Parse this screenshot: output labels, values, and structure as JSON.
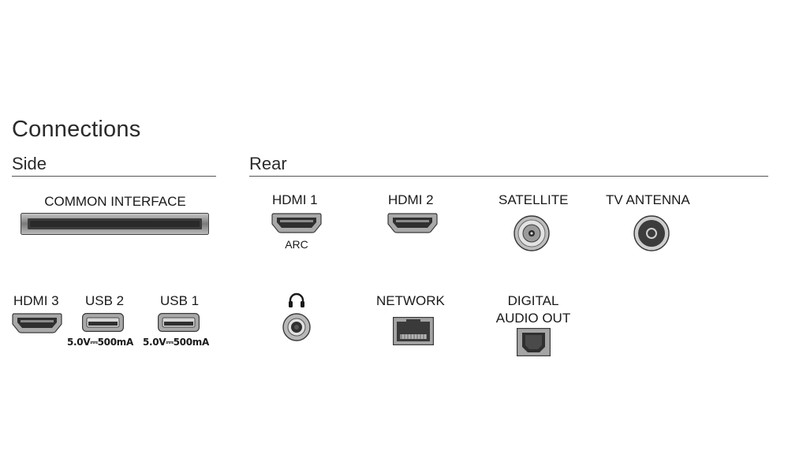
{
  "title": "Connections",
  "sections": {
    "side": "Side",
    "rear": "Rear"
  },
  "side": {
    "common_interface": "COMMON INTERFACE",
    "hdmi3": "HDMI 3",
    "usb2": "USB 2",
    "usb2_rating": "5.0V⎓500mA",
    "usb1": "USB 1",
    "usb1_rating": "5.0V⎓500mA"
  },
  "rear": {
    "hdmi1": "HDMI 1",
    "hdmi1_sub": "ARC",
    "hdmi2": "HDMI 2",
    "satellite": "SATELLITE",
    "tv_antenna": "TV ANTENNA",
    "network": "NETWORK",
    "digital_audio_line1": "DIGITAL",
    "digital_audio_line2": "AUDIO OUT"
  },
  "icons": [
    "headphones-icon"
  ],
  "colors": {
    "port_dark": "#3a3a3a",
    "port_mid": "#8a8a8a",
    "port_light": "#d0d0d0",
    "rule": "#555555"
  }
}
